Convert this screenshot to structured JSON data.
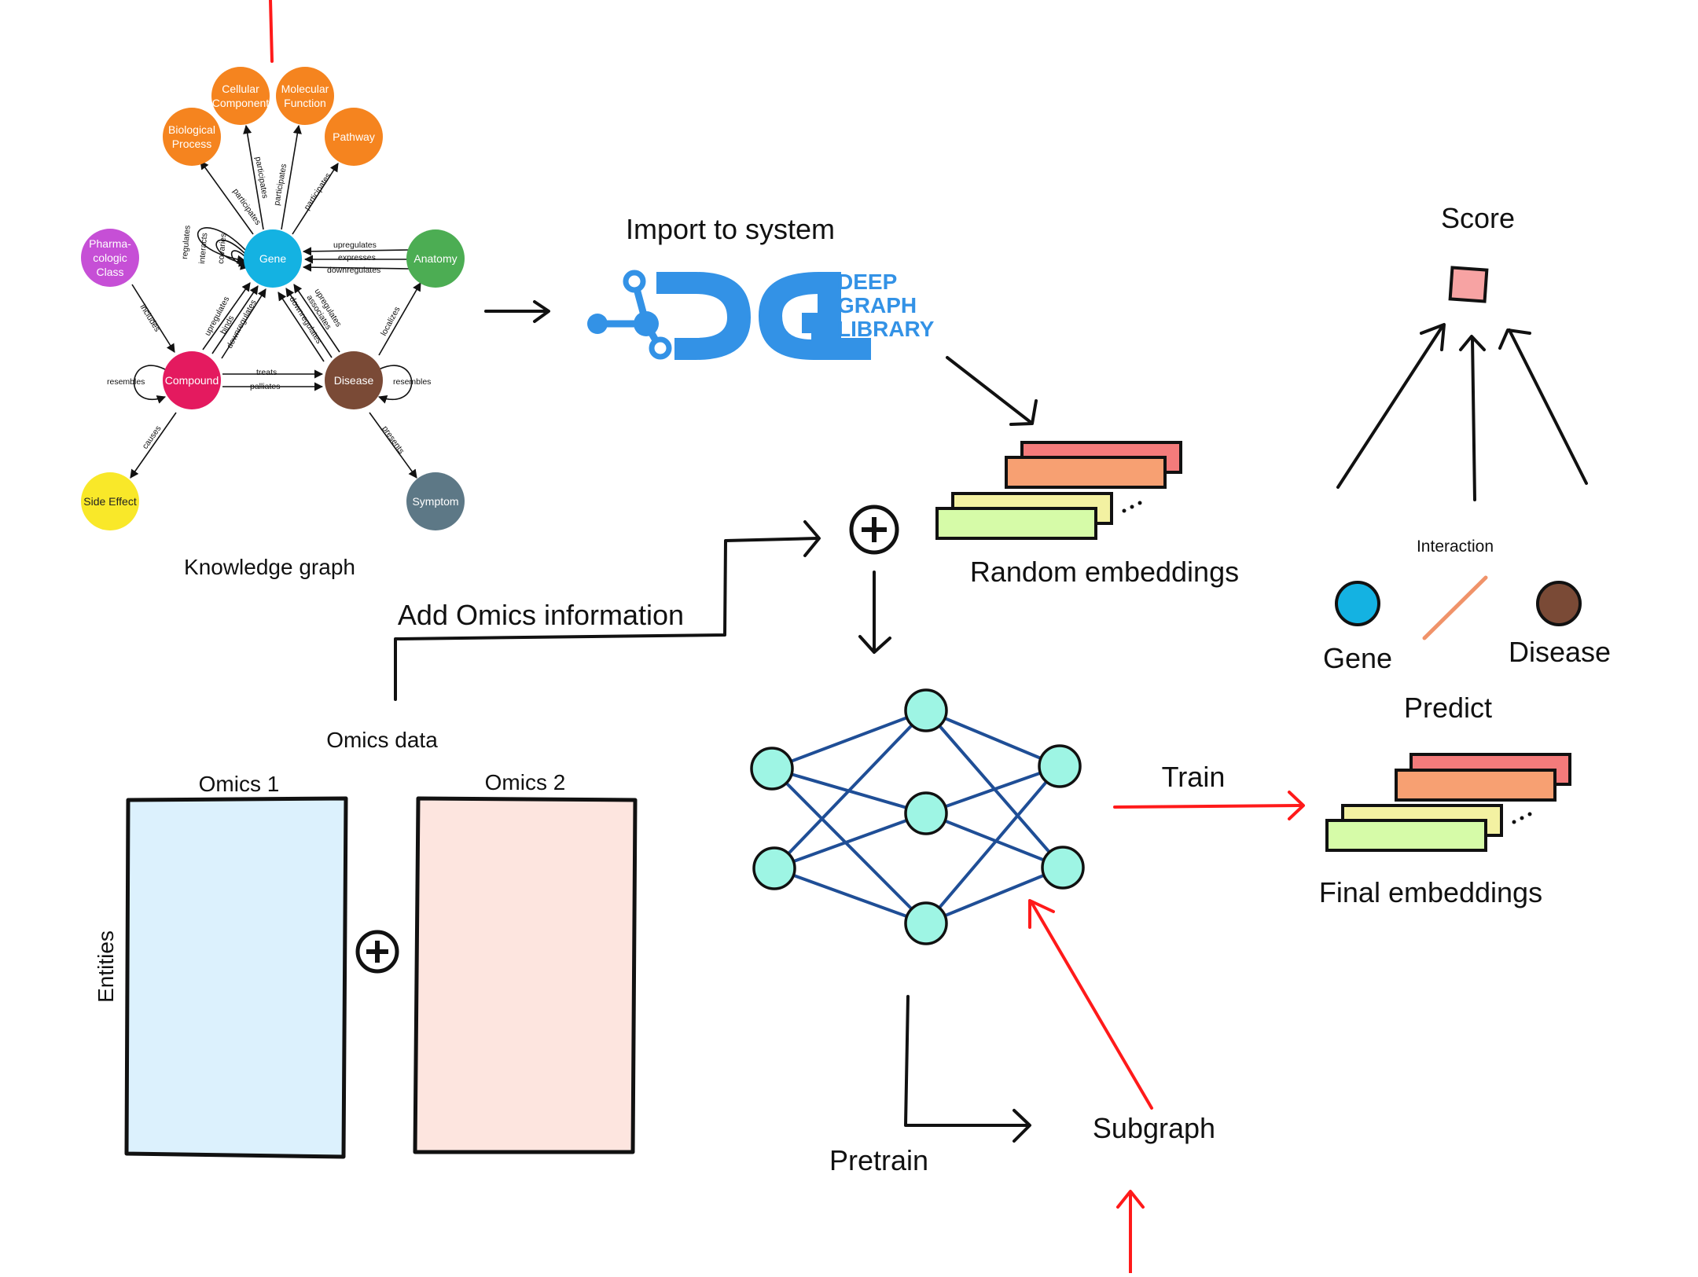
{
  "knowledge_graph": {
    "caption": "Knowledge graph",
    "nodes": {
      "biological_process": {
        "label_lines": [
          "Biological",
          "Process"
        ],
        "color": "#f5841f"
      },
      "cellular_component": {
        "label_lines": [
          "Cellular",
          "Component"
        ],
        "color": "#f5841f"
      },
      "molecular_function": {
        "label_lines": [
          "Molecular",
          "Function"
        ],
        "color": "#f5841f"
      },
      "pathway": {
        "label_lines": [
          "Pathway"
        ],
        "color": "#f5841f"
      },
      "pharmacologic_class": {
        "label_lines": [
          "Pharma-",
          "cologic",
          "Class"
        ],
        "color": "#c64fd6"
      },
      "gene": {
        "label_lines": [
          "Gene"
        ],
        "color": "#14b2e2"
      },
      "anatomy": {
        "label_lines": [
          "Anatomy"
        ],
        "color": "#4cad53"
      },
      "compound": {
        "label_lines": [
          "Compound"
        ],
        "color": "#e41a5f"
      },
      "disease": {
        "label_lines": [
          "Disease"
        ],
        "color": "#7a4a36"
      },
      "side_effect": {
        "label_lines": [
          "Side Effect"
        ],
        "color": "#f9e829"
      },
      "symptom": {
        "label_lines": [
          "Symptom"
        ],
        "color": "#5d7886"
      }
    },
    "edge_labels": {
      "participates": "participates",
      "regulates": "regulates",
      "interacts": "interacts",
      "covaries": "covaries",
      "upregulates": "upregulates",
      "expresses": "expresses",
      "downregulates": "downregulates",
      "includes": "includes",
      "binds": "binds",
      "associates": "associates",
      "localizes": "localizes",
      "resembles": "resembles",
      "treats": "treats",
      "palliates": "palliates",
      "causes": "causes",
      "presents": "presents"
    }
  },
  "dgl": {
    "import_label": "Import to system",
    "logo_lines": [
      "DEEP",
      "GRAPH",
      "LIBRARY"
    ],
    "logo_color": "#3392e6"
  },
  "score": {
    "title": "Score",
    "square_color": "#f7a3a3"
  },
  "prediction": {
    "interaction_label": "Interaction",
    "gene_label": "Gene",
    "disease_label": "Disease",
    "predict_label": "Predict",
    "gene_color": "#14b2e2",
    "disease_color": "#7a4a36",
    "interaction_line_color": "#f0936a"
  },
  "embeddings": {
    "random_label": "Random embeddings",
    "final_label": "Final embeddings",
    "colors": [
      "#f47b7b",
      "#f7a072",
      "#f3f1a2",
      "#d6fba8"
    ]
  },
  "omics": {
    "add_label": "Add Omics information",
    "data_label": "Omics data",
    "omics1_label": "Omics 1",
    "omics2_label": "Omics 2",
    "entities_label": "Entities",
    "omics1_color": "#dcf1fd",
    "omics2_color": "#fde5df"
  },
  "network": {
    "node_color": "#9ef5e4",
    "edge_color": "#1f4e96"
  },
  "workflow": {
    "train_label": "Train",
    "pretrain_label": "Pretrain",
    "subgraph_label": "Subgraph",
    "arrow_red": "#ff1a1a"
  }
}
